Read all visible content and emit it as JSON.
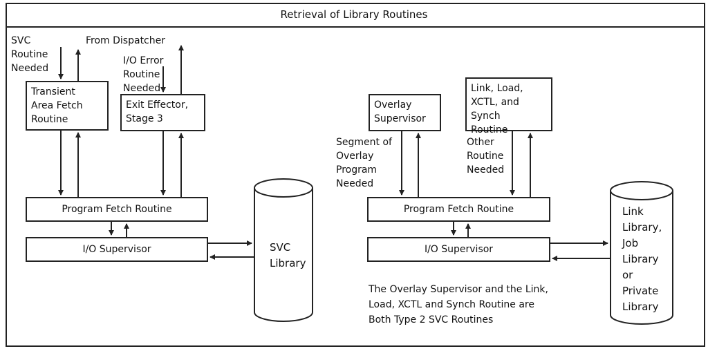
{
  "title": "Retrieval of Library Routines",
  "left": {
    "svc_routine_needed": "SVC\nRoutine\nNeeded",
    "from_dispatcher": "From Dispatcher",
    "io_error_needed": "I/O Error\nRoutine\nNeeded",
    "transient_fetch": "Transient\nArea Fetch\nRoutine",
    "exit_effector": "Exit Effector,\nStage 3",
    "program_fetch": "Program Fetch Routine",
    "io_supervisor": "I/O Supervisor",
    "library": "SVC\nLibrary"
  },
  "right": {
    "overlay_supervisor": "Overlay\nSupervisor",
    "link_load": "Link, Load,\nXCTL, and Synch\nRoutine",
    "segment_needed": "Segment of\nOverlay\nProgram\nNeeded",
    "other_needed": "Other\nRoutine\nNeeded",
    "program_fetch": "Program Fetch Routine",
    "io_supervisor": "I/O Supervisor",
    "library": "Link\nLibrary,\nJob\nLibrary\nor\nPrivate\nLibrary",
    "note": "The Overlay Supervisor and the Link,\nLoad, XCTL and Synch Routine are\nBoth Type 2 SVC Routines"
  }
}
